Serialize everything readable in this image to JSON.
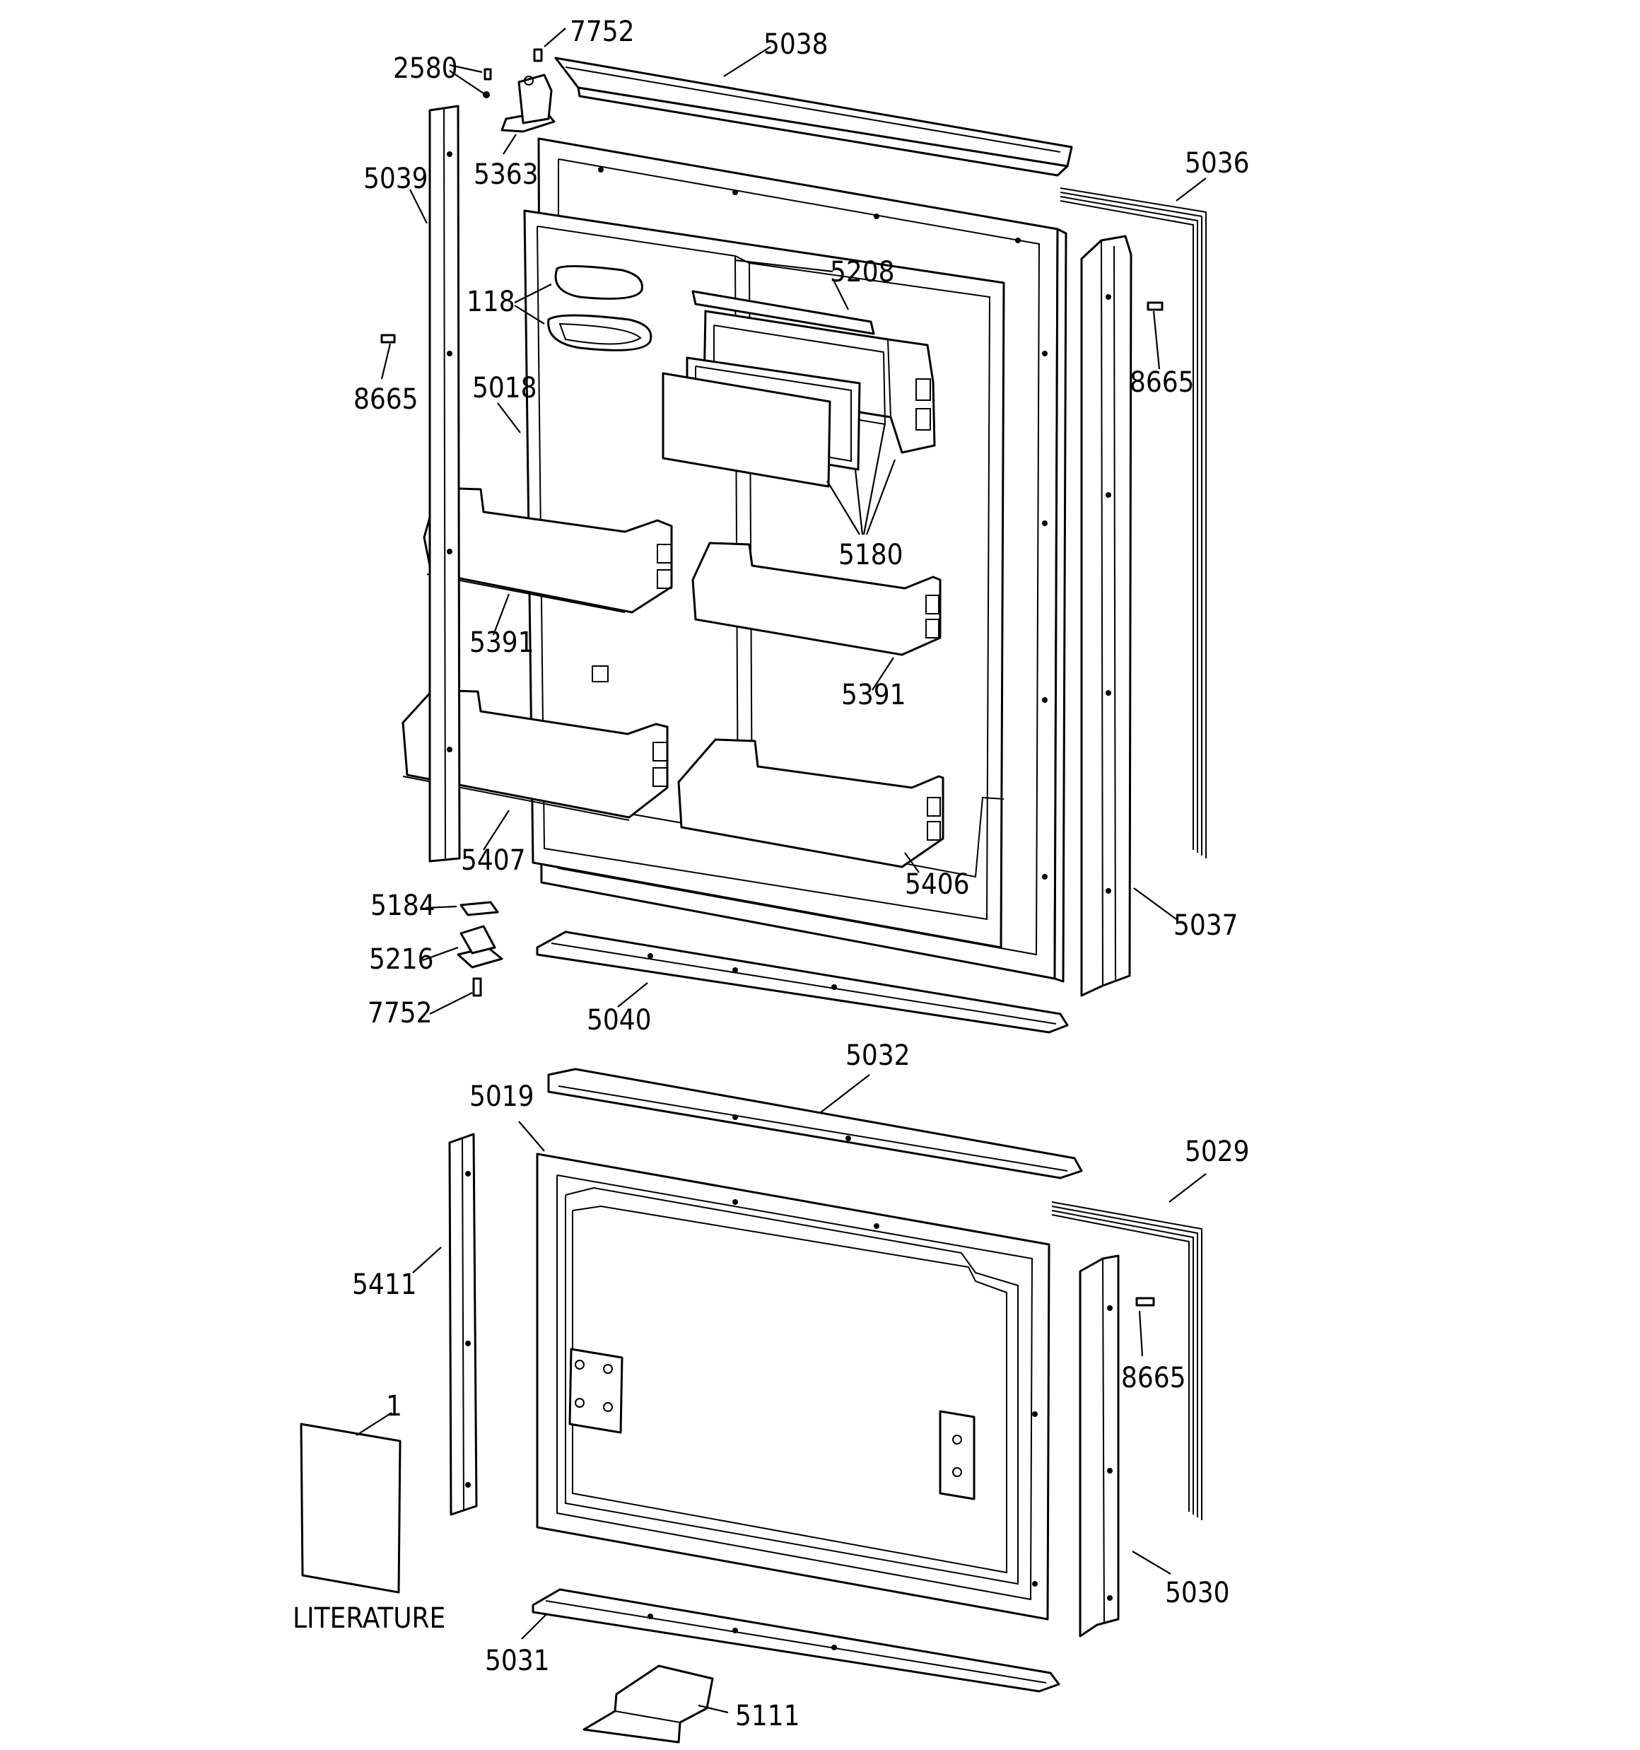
{
  "diagram": {
    "literature_caption": "LITERATURE",
    "labels": {
      "p7752_top": "7752",
      "p2580": "2580",
      "p5038": "5038",
      "p5363": "5363",
      "p5039": "5039",
      "p5036": "5036",
      "p5208": "5208",
      "p118": "118",
      "p8665_left": "8665",
      "p8665_right": "8665",
      "p5018": "5018",
      "p5180": "5180",
      "p5391_left": "5391",
      "p5391_right": "5391",
      "p5407": "5407",
      "p5406": "5406",
      "p5184": "5184",
      "p5037": "5037",
      "p5216": "5216",
      "p7752_bottom": "7752",
      "p5040": "5040",
      "p5032": "5032",
      "p5019": "5019",
      "p5029": "5029",
      "p5411": "5411",
      "p8665_lower": "8665",
      "p1": "1",
      "p5030": "5030",
      "p5031": "5031",
      "p5111": "5111"
    }
  }
}
